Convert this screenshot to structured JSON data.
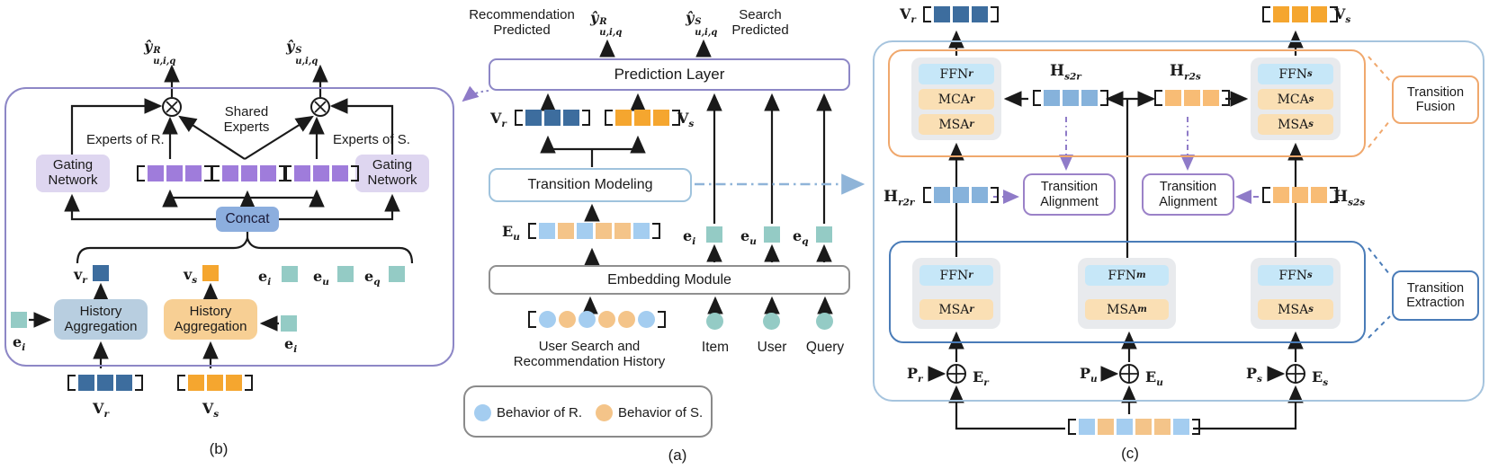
{
  "colors": {
    "dark_blue": "#3d6d9e",
    "h_blue": "#86b2db",
    "light_blue": "#a4cdf0",
    "orange": "#f5a62f",
    "h_orange": "#f8bc75",
    "light_orange": "#f4c489",
    "teal": "#94cbc5",
    "purple": "#9f7cdb",
    "panel_purple": "#8d87c6",
    "fusion_orange": "#f0a86d",
    "extraction_blue": "#4a7cb8",
    "alignment_purple": "#9b82c8",
    "link_blue": "#8fb4d8",
    "dash_purple": "#8f7bc8"
  },
  "seq": {
    "purple3": [
      "purple",
      "purple",
      "purple"
    ],
    "dblue3": [
      "dark_blue",
      "dark_blue",
      "dark_blue"
    ],
    "orange3": [
      "orange",
      "orange",
      "orange"
    ],
    "hblue3": [
      "h_blue",
      "h_blue",
      "h_blue"
    ],
    "horange3": [
      "h_orange",
      "h_orange",
      "h_orange"
    ],
    "mixed6": [
      "light_blue",
      "light_orange",
      "light_blue",
      "light_orange",
      "light_orange",
      "light_blue"
    ]
  },
  "b": {
    "caption": "(b)",
    "yhat_r": {
      "main": "ŷ",
      "sup": "R",
      "sub": "u,i,q"
    },
    "yhat_s": {
      "main": "ŷ",
      "sup": "S",
      "sub": "u,i,q"
    },
    "experts_r": "Experts of R.",
    "experts_s": "Experts of S.",
    "shared1": "Shared",
    "shared2": "Experts",
    "gating1": "Gating",
    "gating2": "Network",
    "concat": "Concat",
    "hist1": "History",
    "hist2": "Aggregation",
    "v_r": {
      "main": "v",
      "sub": "r"
    },
    "v_s": {
      "main": "v",
      "sub": "s"
    },
    "e_i": {
      "main": "e",
      "sub": "i"
    },
    "e_u": {
      "main": "e",
      "sub": "u"
    },
    "e_q": {
      "main": "e",
      "sub": "q"
    },
    "V_r": {
      "main": "V",
      "sub": "r"
    },
    "V_s": {
      "main": "V",
      "sub": "s"
    }
  },
  "a": {
    "caption": "(a)",
    "rec_pred1": "Recommendation",
    "rec_pred2": "Predicted",
    "search_pred1": "Search",
    "search_pred2": "Predicted",
    "yhat_r": {
      "main": "ŷ",
      "sup": "R",
      "sub": "u,i,q"
    },
    "yhat_s": {
      "main": "ŷ",
      "sup": "S",
      "sub": "u,i,q"
    },
    "prediction_layer": "Prediction Layer",
    "transition_modeling": "Transition Modeling",
    "embedding_module": "Embedding Module",
    "E_u": {
      "main": "E",
      "sub": "u"
    },
    "V_r": {
      "main": "V",
      "sub": "r"
    },
    "V_s": {
      "main": "V",
      "sub": "s"
    },
    "e_i": {
      "main": "e",
      "sub": "i"
    },
    "e_u": {
      "main": "e",
      "sub": "u"
    },
    "e_q": {
      "main": "e",
      "sub": "q"
    },
    "hist1": "User Search and",
    "hist2": "Recommendation History",
    "item": "Item",
    "user": "User",
    "query": "Query",
    "legend_r": "Behavior of R.",
    "legend_s": "Behavior of S."
  },
  "c": {
    "caption": "(c)",
    "V_r": {
      "main": "V",
      "sub": "r"
    },
    "V_s": {
      "main": "V",
      "sub": "s"
    },
    "ffn_r": {
      "main": "FFN",
      "sub": "r"
    },
    "mca_r": {
      "main": "MCA",
      "sub": "r"
    },
    "msa_r": {
      "main": "MSA",
      "sub": "r"
    },
    "ffn_s": {
      "main": "FFN",
      "sub": "s"
    },
    "mca_s": {
      "main": "MCA",
      "sub": "s"
    },
    "msa_s": {
      "main": "MSA",
      "sub": "s"
    },
    "ffn_m": {
      "main": "FFN",
      "sub": "m"
    },
    "msa_m": {
      "main": "MSA",
      "sub": "m"
    },
    "H_s2r": {
      "main": "H",
      "sub": "s2r"
    },
    "H_r2s": {
      "main": "H",
      "sub": "r2s"
    },
    "H_r2r": {
      "main": "H",
      "sub": "r2r"
    },
    "H_s2s": {
      "main": "H",
      "sub": "s2s"
    },
    "align1": "Transition",
    "align2": "Alignment",
    "fusion1": "Transition",
    "fusion2": "Fusion",
    "extraction1": "Transition",
    "extraction2": "Extraction",
    "P_r": {
      "main": "P",
      "sub": "r"
    },
    "P_u": {
      "main": "P",
      "sub": "u"
    },
    "P_s": {
      "main": "P",
      "sub": "s"
    },
    "E_r": {
      "main": "E",
      "sub": "r"
    },
    "E_u": {
      "main": "E",
      "sub": "u"
    },
    "E_s": {
      "main": "E",
      "sub": "s"
    }
  }
}
